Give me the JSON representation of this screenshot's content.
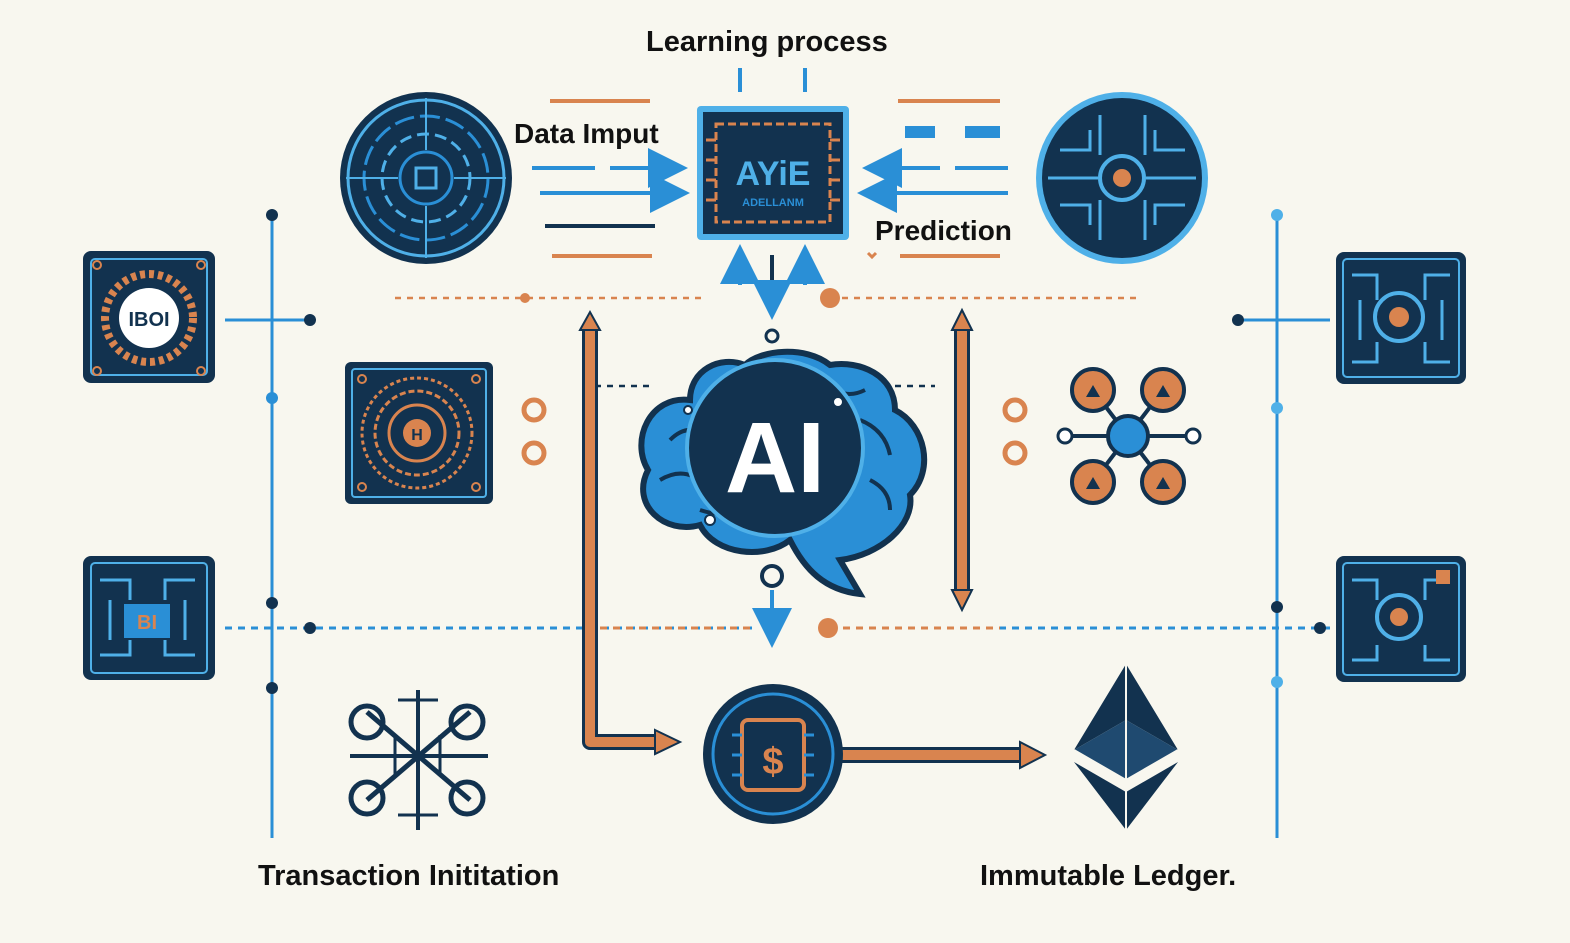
{
  "labels": {
    "learning_process": "Learning process",
    "data_input": "Data Imput",
    "prediction": "Prediction",
    "transaction_initiation": "Transaction Inititation",
    "immutable_ledger": "Immutable Ledger."
  },
  "center": {
    "brain_text": "AI"
  },
  "chip": {
    "text_top": "AYiE",
    "text_bottom": "ADELLANM"
  },
  "badges": {
    "left_top_chip": "IBOI",
    "left_bottom_chip": "BI",
    "left_square": "H",
    "coin": "$"
  },
  "icons": {
    "ai_brain": "brain-icon",
    "processor": "chip-icon",
    "ledger": "ethereum-icon",
    "payment": "dollar-coin-icon",
    "network": "network-nodes-icon",
    "transaction": "knot-icon"
  },
  "colors": {
    "background": "#f8f7ef",
    "navy": "#12324f",
    "blue": "#2a8fd6",
    "light_blue": "#4fb0e8",
    "orange": "#d9844f",
    "text": "#111111"
  }
}
